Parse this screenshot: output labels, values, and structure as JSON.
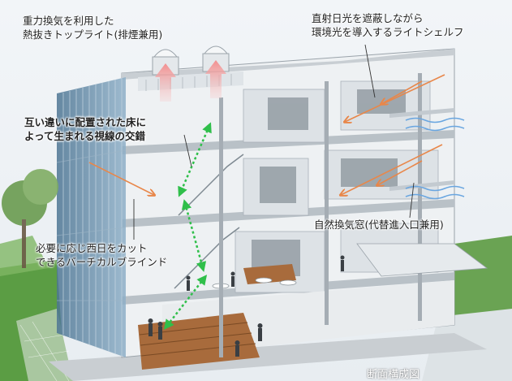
{
  "annotations": {
    "top_light": {
      "line1": "重力換気を利用した",
      "line2": "熱抜きトップライト(排煙兼用)"
    },
    "light_shelf": {
      "line1": "直射日光を遮蔽しながら",
      "line2": "環境光を導入するライトシェルフ"
    },
    "staggered_floors": {
      "line1": "互い違いに配置された床に",
      "line2": "よって生まれる視線の交錯"
    },
    "natural_vent": {
      "line1": "自然換気窓(代替進入口兼用)"
    },
    "vertical_blinds": {
      "line1": "必要に応じ西日をカット",
      "line2": "できるバーチカルブラインド"
    }
  },
  "caption": "断面構成図",
  "colors": {
    "airflow_arrow": "#f4a3a3",
    "sun_ray": "#e8874a",
    "light_wave": "#6aa6e0",
    "sightline": "#2fbf4a",
    "exterior_glass": "#5f86a6",
    "landscape": "#4f9a3e"
  }
}
